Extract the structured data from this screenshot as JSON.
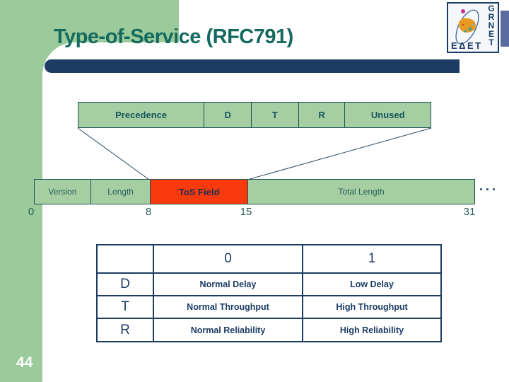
{
  "slide": {
    "title": "Type-of-Service (RFC791)",
    "page_number": "44"
  },
  "logo": {
    "letters": [
      "G",
      "R",
      "N",
      "E",
      "T"
    ],
    "greek": "ΕΔΕΤ"
  },
  "tos_row": {
    "cells": [
      {
        "label": "Precedence"
      },
      {
        "label": "D"
      },
      {
        "label": "T"
      },
      {
        "label": "R"
      },
      {
        "label": "Unused"
      }
    ]
  },
  "ip_header_row": {
    "cells": [
      {
        "label": "Version"
      },
      {
        "label": "Length"
      },
      {
        "label": "ToS Field"
      },
      {
        "label": "Total Length"
      }
    ],
    "ellipsis": "...",
    "bit_labels": [
      "0",
      "8",
      "15",
      "31"
    ]
  },
  "bit_value_table": {
    "column_headers": [
      "0",
      "1"
    ],
    "rows": [
      {
        "bit": "D",
        "value0": "Normal Delay",
        "value1": "Low Delay"
      },
      {
        "bit": "T",
        "value0": "Normal Throughput",
        "value1": "High Throughput"
      },
      {
        "bit": "R",
        "value0": "Normal Reliability",
        "value1": "High Reliability"
      }
    ]
  },
  "colors": {
    "background_green": "#9bcb9a",
    "box_green": "#a5cfa3",
    "box_border_teal": "#1d5156",
    "tos_field_red": "#f93a0d",
    "navy": "#1c3c64",
    "title_teal": "#156a5f",
    "right_strip_slate": "#5a6d9e"
  }
}
